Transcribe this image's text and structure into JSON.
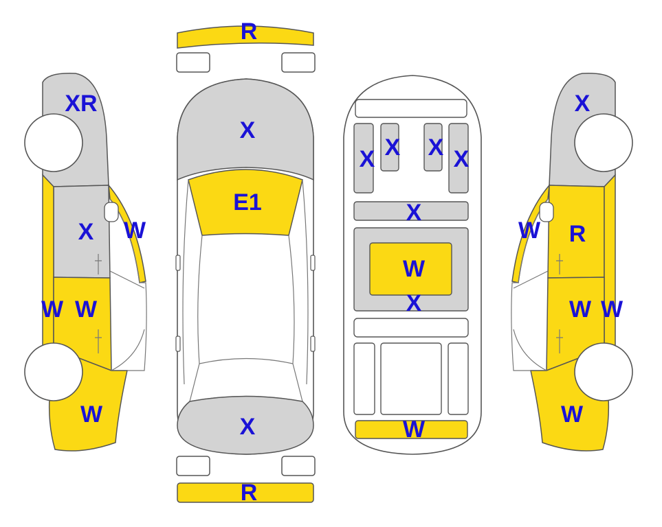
{
  "colors": {
    "yellow": "#fbd914",
    "gray": "#d3d3d3",
    "white": "#ffffff",
    "stroke": "#555555",
    "label": "#1a12d6"
  },
  "labels": {
    "front_bumper": "R",
    "rear_bumper": "R",
    "hood": "X",
    "windshield": "E1",
    "trunk": "X",
    "interior_seat_1": "X",
    "interior_seat_2": "X",
    "interior_seat_3": "X",
    "interior_seat_4": "X",
    "interior_dash": "X",
    "interior_console_top": "W",
    "interior_console_bottom": "X",
    "interior_rear": "W",
    "left_fender": "XR",
    "left_front_door": "X",
    "left_a_pillar": "W",
    "left_rocker": "W",
    "left_rear_door": "W",
    "left_quarter": "W",
    "right_fender": "X",
    "right_a_pillar": "W",
    "right_front_door": "R",
    "right_rear_door": "W",
    "right_rocker": "W",
    "right_quarter": "W"
  }
}
